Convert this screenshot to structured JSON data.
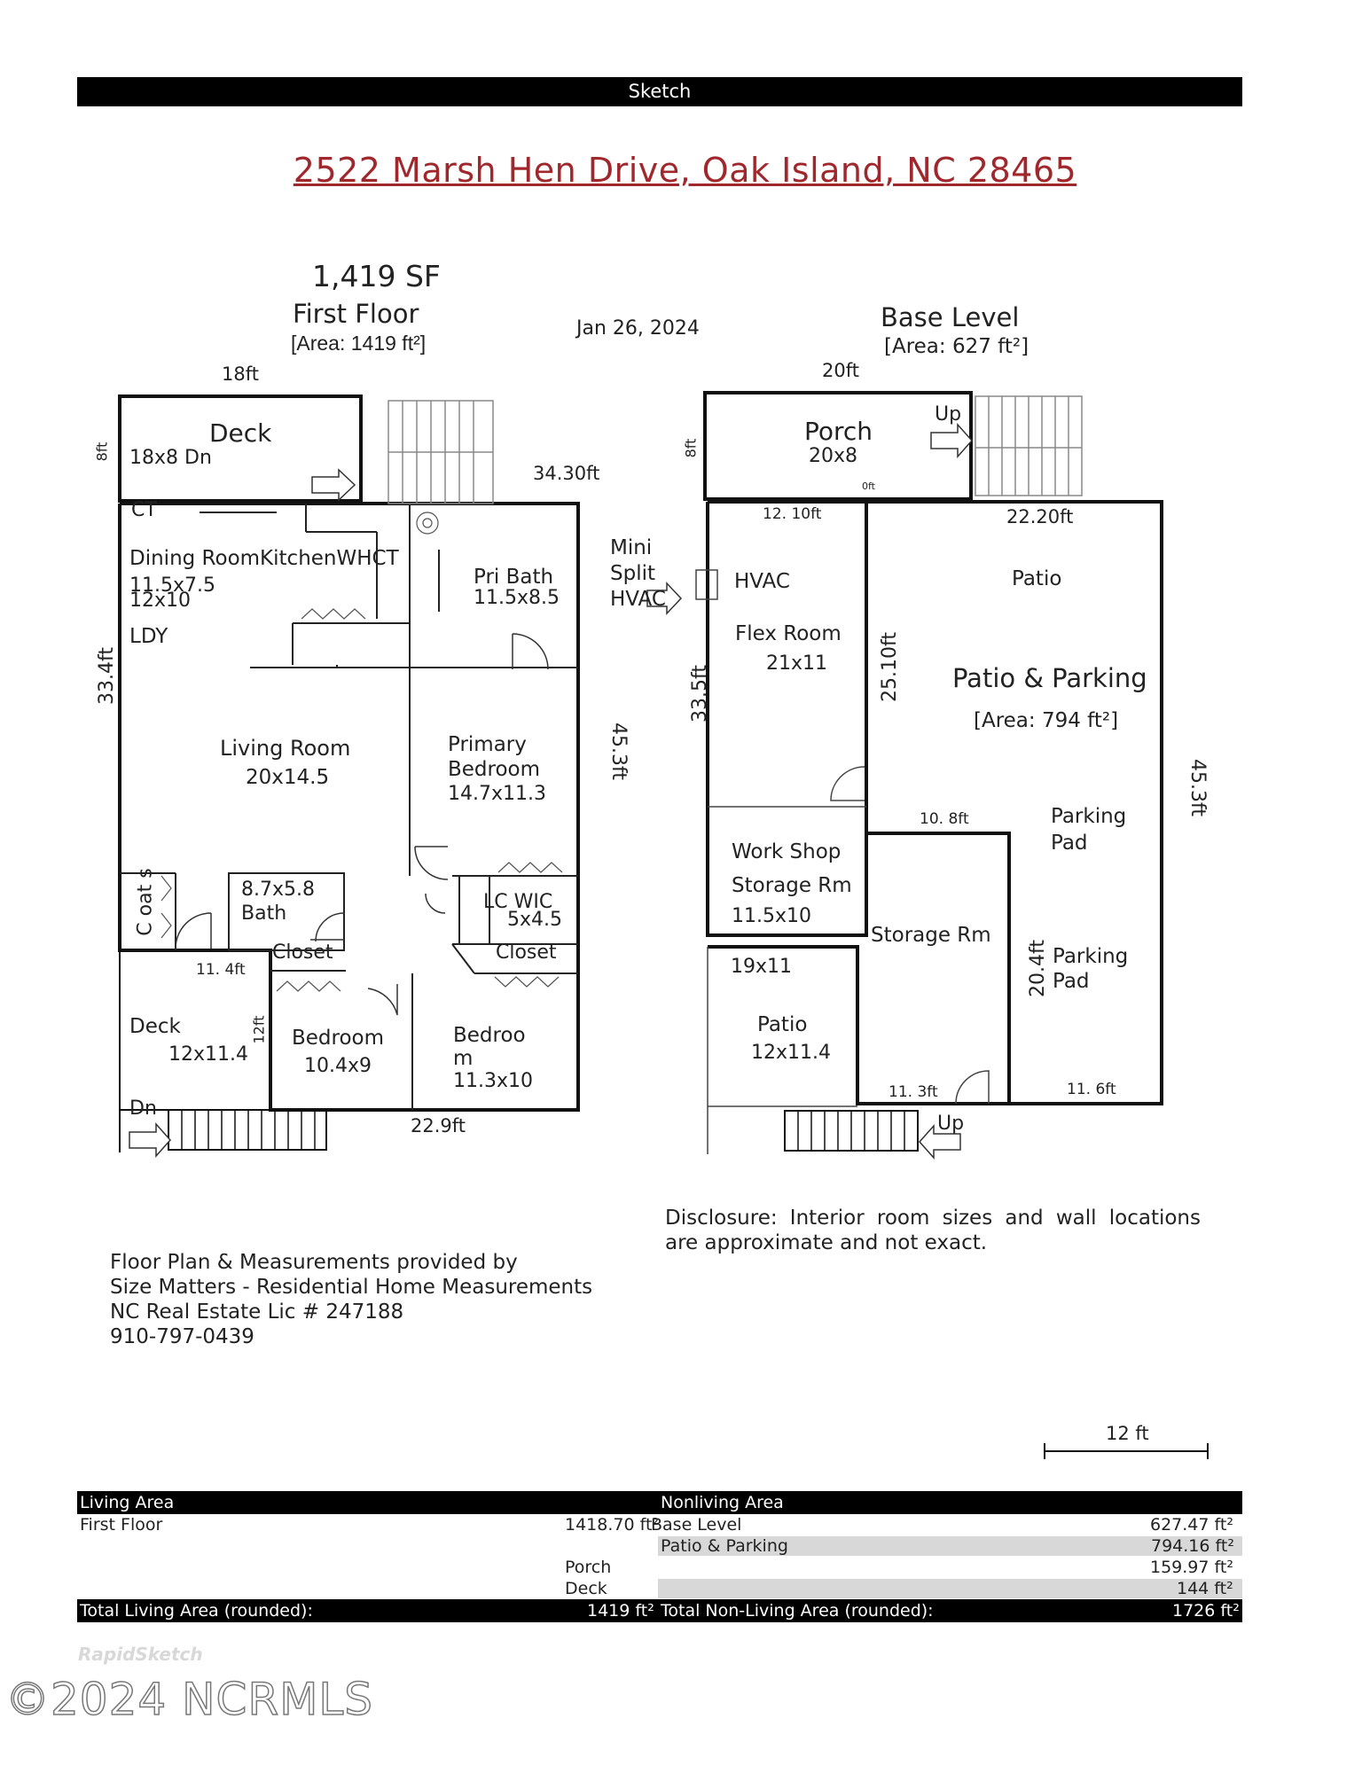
{
  "header": {
    "title": "Sketch"
  },
  "address": "2522 Marsh Hen Drive, Oak Island, NC 28465 ",
  "sketch_date": "Jan 26, 2024",
  "total_sf": "1,419 SF",
  "first_floor": {
    "title": "First Floor",
    "area": "[Area: 1419 ft²]",
    "dims": {
      "top": "18ft",
      "deck_side": "8ft",
      "stair": "34.30ft",
      "left": "33.4ft",
      "right": "45.3ft",
      "bottom": "22.9ft",
      "deck_bottom": "11. 4ft",
      "deck_side2": "12ft"
    },
    "rooms": {
      "deck_top": "Deck",
      "deck_top_size": "18x8 Dn",
      "ct": "CT",
      "dining_line": "Dining RoomKitchenWHCT",
      "dining_size": "11.5x7.5",
      "kitchen_size": "12x10",
      "ldy": "LDY",
      "pri_bath": "Pri  Bath",
      "pri_bath_size": "11.5x8.5",
      "living": "Living Room",
      "living_size": "20x14.5",
      "primary1": "Primary",
      "primary2": "Bedroom",
      "primary_size": "14.7x11.3",
      "coats": "C oat s",
      "bath_size": "8.7x5.8",
      "bath": "Bath",
      "closet1": "Closet",
      "lc_wic": "LC WIC",
      "wic_size": "5x4.5",
      "closet2": "Closet",
      "deck_bottom": "Deck",
      "deck_bottom_size": "12x11.4",
      "bedroom1": "Bedroom",
      "bedroom1_size": "10.4x9",
      "bedroom2a": "Bedroo",
      "bedroom2b": "m",
      "bedroom2_size": "11.3x10",
      "dn": "Dn"
    }
  },
  "base_level": {
    "title": "Base Level",
    "area": "[Area: 627 ft²]",
    "dims": {
      "top": "20ft",
      "porch_side": "8ft",
      "zero": "0ft",
      "flex_top": "12. 10ft",
      "patio_top": "22.20ft",
      "left": "33.5ft",
      "flex_right": "25.10ft",
      "right": "45.3ft",
      "notch": "10. 8ft",
      "storage_side": "20.4ft",
      "storage_bottom": "11. 3ft",
      "parking_bottom": "11. 6ft"
    },
    "rooms": {
      "porch": "Porch",
      "porch_size": "20x8",
      "up1": "Up",
      "mini1": "Mini",
      "mini2": "Split",
      "mini3": "HVAC",
      "hvac": "HVAC",
      "flex": "Flex Room",
      "flex_size": "21x11",
      "patio_top": "Patio",
      "patio_parking": "Patio & Parking",
      "patio_parking_area": "[Area: 794 ft²]",
      "parking_pad1a": "Parking",
      "parking_pad1b": "Pad",
      "workshop": "Work Shop",
      "storage_rm1": "Storage Rm",
      "storage_rm1_size": "11.5x10",
      "storage_rm2": "Storage Rm",
      "storage_rm2_size": "19x11",
      "parking_pad2a": "Parking",
      "parking_pad2b": "Pad",
      "patio_bottom": "Patio",
      "patio_bottom_size": "12x11.4",
      "up2": "Up"
    }
  },
  "disclosure": "Disclosure: Interior room sizes and wall locations are approximate and not exact.",
  "credits": {
    "line1": "Floor Plan & Measurements provided by",
    "line2": "Size Matters - Residential Home Measurements",
    "line3": "NC Real Estate Lic # 247188",
    "line4": "910-797-0439"
  },
  "scale": "12 ft",
  "area_table": {
    "living_header": "Living Area",
    "nonliving_header": "Nonliving Area",
    "first_floor_label": "First Floor",
    "first_floor_value": "1418.70 ft²",
    "base_level_label": "Base Level",
    "base_level_value": "627.47 ft²",
    "patio_label": "Patio & Parking",
    "patio_value": "794.16 ft²",
    "porch_label": "Porch",
    "porch_value": "159.97 ft²",
    "deck_label": "Deck",
    "deck_value": "144 ft²",
    "total_living_label": "Total Living Area (rounded):",
    "total_living_value": "1419 ft²",
    "total_nonliving_label": "Total Non-Living Area (rounded):",
    "total_nonliving_value": "1726 ft²"
  },
  "watermarks": {
    "rapid": "RapidSketch",
    "ncrmls": "©2024 NCRMLS"
  }
}
